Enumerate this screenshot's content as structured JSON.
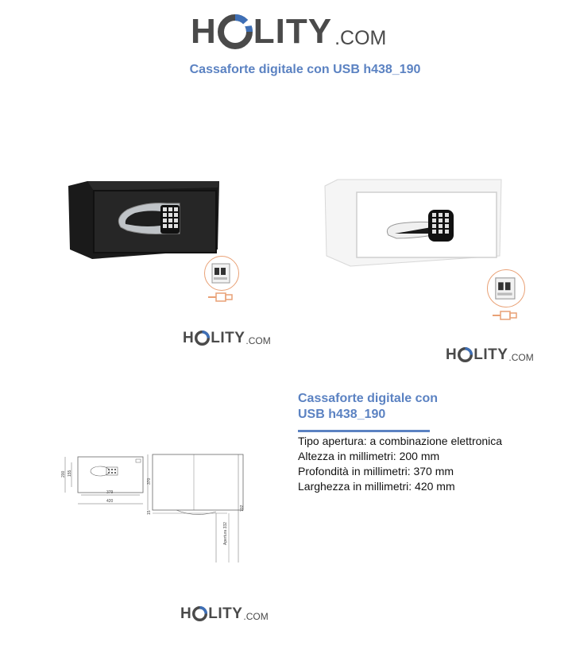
{
  "logo": {
    "brand_left": "H",
    "brand_right": "LITY",
    "tld": ".COM"
  },
  "page_title": "Cassaforte digitale con USB h438_190",
  "product": {
    "title_line1": "Cassaforte digitale con",
    "title_line2": "USB h438_190",
    "specs": [
      "Tipo apertura: a combinazione elettronica",
      "Altezza in millimetri: 200 mm",
      "Profondità in millimetri: 370 mm",
      "Larghezza in millimetri: 420 mm"
    ]
  },
  "drawing_labels": {
    "height": "200",
    "inner_height": "155",
    "inner_width": "379",
    "width": "420",
    "depth": "370",
    "offset": "15",
    "door_open": "Apertura 332",
    "depth_total": "702"
  },
  "colors": {
    "accent_blue": "#5b82c2",
    "logo_gray": "#4a4a4a",
    "logo_blue": "#3e6fb6",
    "usb_orange": "#e9a176"
  },
  "icons": [
    "holity-o-logo-icon",
    "usb-port-icon",
    "usb-plug-icon"
  ]
}
